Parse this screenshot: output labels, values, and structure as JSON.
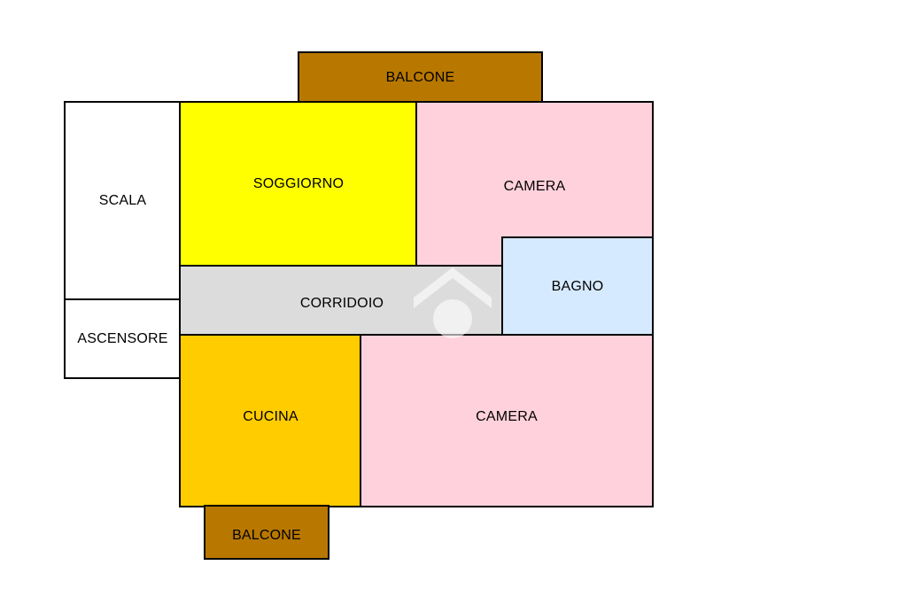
{
  "rooms": {
    "balcone_top": {
      "label": "BALCONE",
      "color": "#B87800"
    },
    "scala": {
      "label": "SCALA",
      "color": "#FFFFFF"
    },
    "ascensore": {
      "label": "ASCENSORE",
      "color": "#FFFFFF"
    },
    "soggiorno": {
      "label": "SOGGIORNO",
      "color": "#FFFF00"
    },
    "camera_top": {
      "label": "CAMERA",
      "color": "#FFD1DC"
    },
    "corridoio": {
      "label": "CORRIDOIO",
      "color": "#DCDCDC"
    },
    "bagno": {
      "label": "BAGNO",
      "color": "#D6EAFF"
    },
    "cucina": {
      "label": "CUCINA",
      "color": "#FFCC00"
    },
    "camera_bottom": {
      "label": "CAMERA",
      "color": "#FFD1DC"
    },
    "balcone_bottom": {
      "label": "BALCONE",
      "color": "#B87800"
    }
  },
  "colors": {
    "wall": "#000000",
    "watermark": "#FFFFFF"
  },
  "watermark_icon": "house-logo-icon"
}
